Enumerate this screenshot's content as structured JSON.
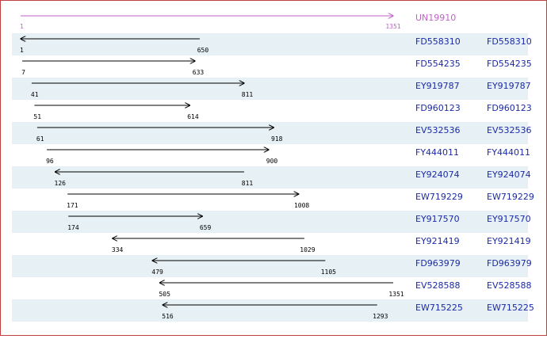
{
  "colors": {
    "row_band": "#e6f0f5",
    "row_plain": "#ffffff",
    "reference": "#c062c8",
    "arrow": "#000000",
    "link": "#1c2aa8",
    "frame": "#c24040"
  },
  "reference": {
    "id": "UN19910",
    "start": 1,
    "end": 1351,
    "start_label": "1",
    "end_label": "1351",
    "direction": "forward"
  },
  "alignments": [
    {
      "id": "FD558310",
      "id2": "FD558310",
      "start": 1,
      "end": 650,
      "start_label": "1",
      "end_label": "650",
      "direction": "reverse"
    },
    {
      "id": "FD554235",
      "id2": "FD554235",
      "start": 7,
      "end": 633,
      "start_label": "7",
      "end_label": "633",
      "direction": "forward"
    },
    {
      "id": "EY919787",
      "id2": "EY919787",
      "start": 41,
      "end": 811,
      "start_label": "41",
      "end_label": "811",
      "direction": "forward"
    },
    {
      "id": "FD960123",
      "id2": "FD960123",
      "start": 51,
      "end": 614,
      "start_label": "51",
      "end_label": "614",
      "direction": "forward"
    },
    {
      "id": "EV532536",
      "id2": "EV532536",
      "start": 61,
      "end": 918,
      "start_label": "61",
      "end_label": "918",
      "direction": "forward"
    },
    {
      "id": "FY444011",
      "id2": "FY444011",
      "start": 96,
      "end": 900,
      "start_label": "96",
      "end_label": "900",
      "direction": "forward"
    },
    {
      "id": "EY924074",
      "id2": "EY924074",
      "start": 126,
      "end": 811,
      "start_label": "126",
      "end_label": "811",
      "direction": "reverse"
    },
    {
      "id": "EW719229",
      "id2": "EW719229",
      "start": 171,
      "end": 1008,
      "start_label": "171",
      "end_label": "1008",
      "direction": "forward"
    },
    {
      "id": "EY917570",
      "id2": "EY917570",
      "start": 174,
      "end": 659,
      "start_label": "174",
      "end_label": "659",
      "direction": "forward"
    },
    {
      "id": "EY921419",
      "id2": "EY921419",
      "start": 334,
      "end": 1029,
      "start_label": "334",
      "end_label": "1029",
      "direction": "reverse"
    },
    {
      "id": "FD963979",
      "id2": "FD963979",
      "start": 479,
      "end": 1105,
      "start_label": "479",
      "end_label": "1105",
      "direction": "reverse"
    },
    {
      "id": "EV528588",
      "id2": "EV528588",
      "start": 505,
      "end": 1351,
      "start_label": "505",
      "end_label": "1351",
      "direction": "reverse"
    },
    {
      "id": "EW715225",
      "id2": "EW715225",
      "start": 516,
      "end": 1293,
      "start_label": "516",
      "end_label": "1293",
      "direction": "reverse"
    }
  ]
}
